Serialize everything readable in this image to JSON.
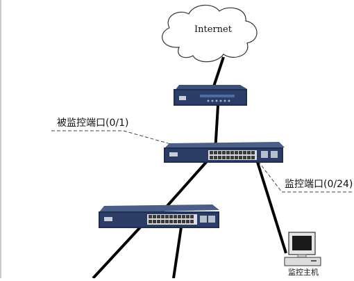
{
  "diagram": {
    "cloud_label": "Internet",
    "mirrored_port_label": "被监控端口(0/1)",
    "monitor_port_label": "监控端口(0/24)",
    "monitor_host_label": "监控主机"
  },
  "colors": {
    "cable": "#000000",
    "dashed_leader": "#444444",
    "device_body": "#1f2d4e",
    "device_face": "#2b3d66",
    "port_block": "#d8dde6",
    "monitor_body": "#e6e6e6"
  }
}
